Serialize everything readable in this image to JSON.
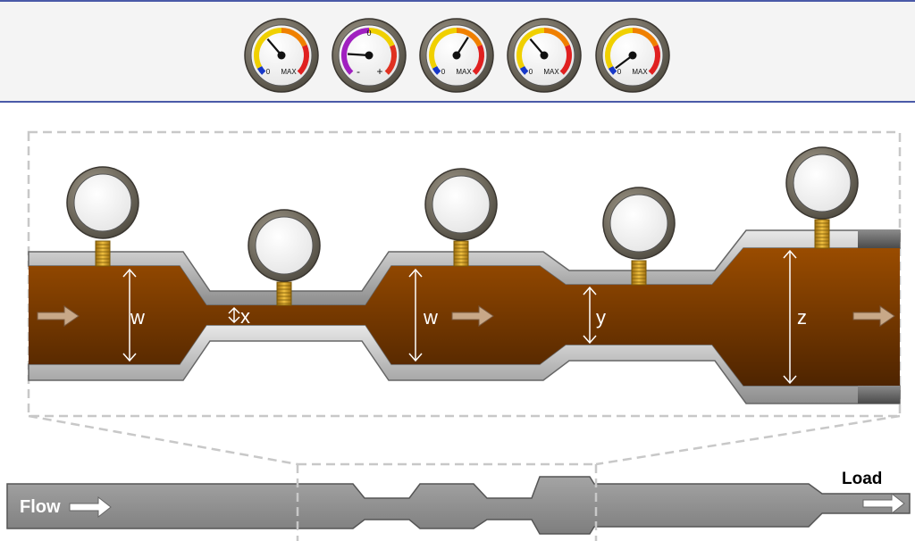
{
  "gauges": [
    {
      "id": "g1",
      "type": "pressure",
      "min_label": "0",
      "max_label": "MAX",
      "reading": 0.35
    },
    {
      "id": "g2",
      "type": "difference",
      "top_label": "0",
      "minus_label": "-",
      "plus_label": "+",
      "reading": 0.18
    },
    {
      "id": "g3",
      "type": "pressure",
      "min_label": "0",
      "max_label": "MAX",
      "reading": 0.62
    },
    {
      "id": "g4",
      "type": "pressure",
      "min_label": "0",
      "max_label": "MAX",
      "reading": 0.35
    },
    {
      "id": "g5",
      "type": "pressure",
      "min_label": "0",
      "max_label": "MAX",
      "reading": 0.03
    }
  ],
  "labels": {
    "w1": "w",
    "x": "x",
    "w2": "w",
    "y": "y",
    "z": "z",
    "flow": "Flow",
    "load": "Load"
  },
  "colors": {
    "fluid": "#8b4500",
    "fluid_dark": "#5c2c00",
    "pipe_wall": "#b8b8b8",
    "bar_border": "#4a5aa8",
    "brass": "#d4a020",
    "flow_arrow": "#c8a888"
  }
}
